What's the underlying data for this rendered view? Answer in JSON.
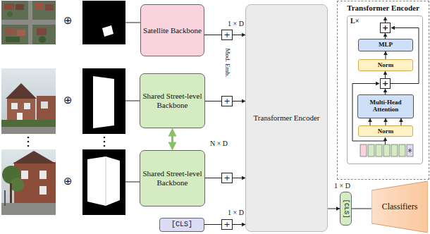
{
  "diagram": {
    "nodes": [
      {
        "text": [
          "Satellite Backbone"
        ]
      },
      {
        "text": [
          "Shared Street-level Backbone"
        ]
      },
      {
        "text": [
          "Shared Street-level Backbone"
        ]
      },
      {
        "text": [
          "[CLS]"
        ]
      },
      {
        "text": [
          "+"
        ]
      },
      {
        "text": [
          "+"
        ]
      },
      {
        "text": [
          "+"
        ]
      },
      {
        "text": [
          "+"
        ]
      },
      {
        "text": [
          "Transformer Encoder"
        ]
      },
      {
        "text": [
          "Transformer Encoder"
        ]
      },
      {
        "text": [
          "L×"
        ],
        "in": 9
      },
      {
        "text": [
          "+"
        ],
        "in": 10
      },
      {
        "text": [
          "MLP"
        ],
        "in": 10
      },
      {
        "text": [
          "Norm"
        ],
        "in": 10
      },
      {
        "text": [
          "+"
        ],
        "in": 10
      },
      {
        "text": [
          "Multi-Head Attention"
        ],
        "in": 10
      },
      {
        "text": [
          "Norm"
        ],
        "in": 10
      },
      {
        "text": [
          "[CLS]"
        ]
      },
      {
        "text": [
          "Classifiers"
        ]
      }
    ],
    "edges": [
      {
        "from": 0,
        "to": 4,
        "arrow": "none"
      },
      {
        "from": 1,
        "to": 5,
        "arrow": "none"
      },
      {
        "from": 2,
        "to": 6,
        "arrow": "none"
      },
      {
        "from": 3,
        "to": 7,
        "arrow": "none"
      },
      {
        "from": 1,
        "to": 2,
        "arrow": "both"
      },
      {
        "from": 4,
        "to": 8,
        "arrow": "to"
      },
      {
        "from": 5,
        "to": 8,
        "arrow": "to"
      },
      {
        "from": 6,
        "to": 8,
        "arrow": "to"
      },
      {
        "from": 7,
        "to": 8,
        "arrow": "to"
      },
      {
        "from": 16,
        "to": 15,
        "arrow": "to"
      },
      {
        "from": 15,
        "to": 14,
        "arrow": "to"
      },
      {
        "from": 14,
        "to": 13,
        "arrow": "to"
      },
      {
        "from": 13,
        "to": 12,
        "arrow": "to"
      },
      {
        "from": 12,
        "to": 11,
        "arrow": "to"
      },
      {
        "from": 14,
        "to": 11,
        "arrow": "to"
      },
      {
        "from": 8,
        "to": 17,
        "arrow": "to"
      },
      {
        "from": 17,
        "to": 18,
        "arrow": "none"
      }
    ],
    "labels": [
      "⊕",
      "1 × D",
      "Mod. Emb.",
      "⊕",
      "N × D",
      "⊕",
      "1 × D",
      "1 × D"
    ]
  }
}
